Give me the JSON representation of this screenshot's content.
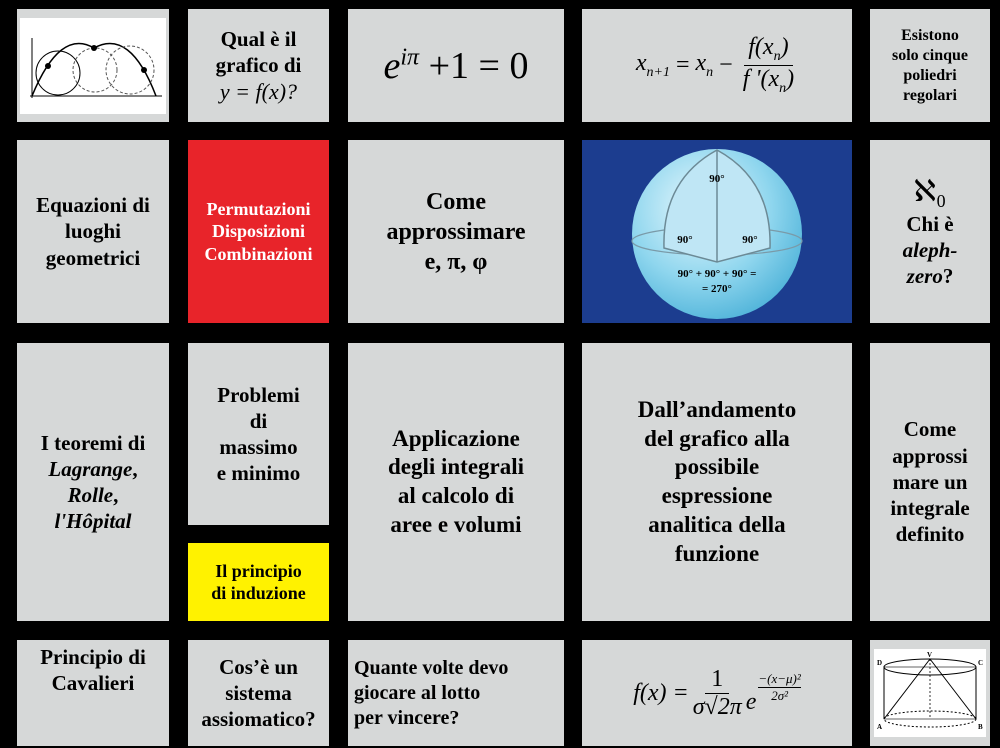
{
  "row1": {
    "graph_q": [
      "Qual  è il",
      "grafico di"
    ],
    "graph_q_expr": "y = f(x)?",
    "euler": {
      "e": "e",
      "exp": "iπ",
      "rest": "+1 = 0"
    },
    "newton": {
      "lhs": "x",
      "lhs_sub": "n+1",
      "eq": "=",
      "x": "x",
      "x_sub": "n",
      "minus": "−",
      "num": "f(x",
      "num_sub": "n",
      "num_end": ")",
      "den": "f '(x",
      "den_sub": "n",
      "den_end": ")"
    },
    "polyhedra": [
      "Esistono",
      "solo cinque",
      "poliedri",
      "regolari"
    ]
  },
  "row2": {
    "loci": [
      "Equazioni di",
      "luoghi",
      "geometrici"
    ],
    "combinatorics": [
      "Permutazioni",
      "Disposizioni",
      "Combinazioni"
    ],
    "approx": [
      "Come",
      "approssimare"
    ],
    "approx_consts": "e, π, φ",
    "sphere": {
      "top": "90°",
      "left": "90°",
      "right": "90°",
      "sum1": "90° + 90° + 90° =",
      "sum2": "= 270°"
    },
    "aleph": {
      "symbol": "ℵ₀",
      "line1": "Chi è",
      "line2": "aleph-",
      "line3": "zero",
      "q": "?"
    }
  },
  "row3": {
    "theorems": {
      "line1": "I teoremi di",
      "line2": "Lagrange",
      "comma": ",",
      "line3": "Rolle",
      "line4": "l'Hôpital"
    },
    "maxmin": [
      "Problemi",
      "di",
      "massimo",
      "e minimo"
    ],
    "induction": [
      "Il principio",
      "di induzione"
    ],
    "integrals": [
      "Applicazione",
      "degli integrali",
      "al calcolo di",
      "aree e volumi"
    ],
    "trend": [
      "Dall’andamento",
      "del grafico alla",
      "possibile",
      "espressione",
      "analitica della",
      "funzione"
    ],
    "approx_integral": [
      "Come",
      "approssi",
      "mare un",
      "integrale",
      "definito"
    ]
  },
  "row4": {
    "cavalieri": [
      "Principio di",
      "Cavalieri"
    ],
    "axiomatic": [
      "Cos’è un",
      "sistema",
      "assiomatico?"
    ],
    "lotto": [
      "Quante volte devo",
      "giocare al lotto",
      "per vincere?"
    ],
    "gauss": {
      "lhs": "f(x) =",
      "num": "1",
      "den": "σ√2π",
      "e": "e",
      "exp_num": "−(x−μ)²",
      "exp_den": "2σ²"
    },
    "solid_labels": [
      "D",
      "C",
      "A",
      "B",
      "V"
    ]
  },
  "colors": {
    "cell": "#d6d8d8",
    "red": "#e8242a",
    "yellow": "#fff200",
    "blue": "#1c3d8f",
    "sphere": "#8fd6ee"
  }
}
